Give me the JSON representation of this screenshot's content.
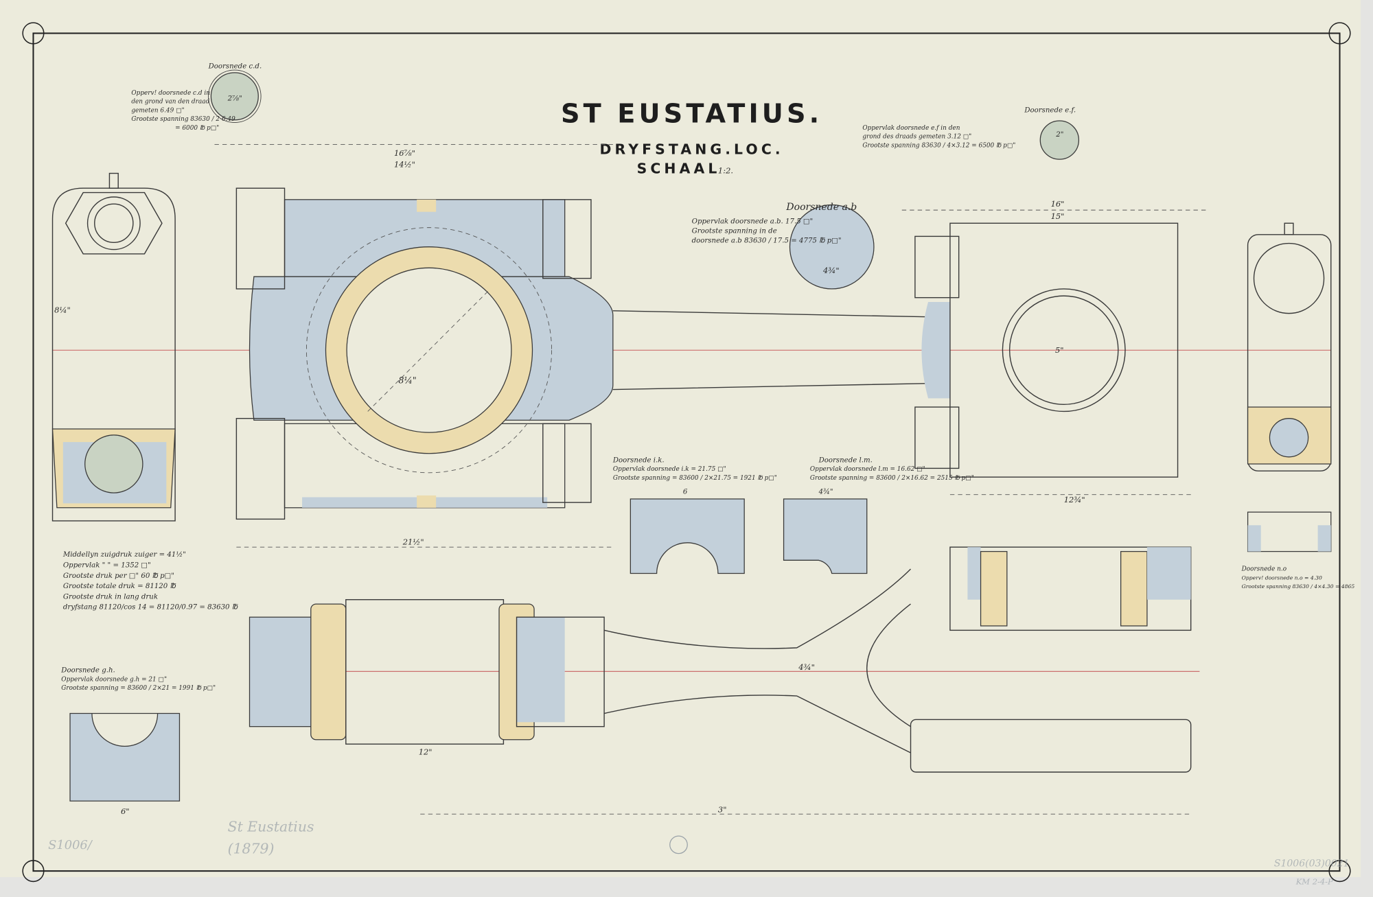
{
  "title": {
    "main": "ST EUSTATIUS.",
    "subtitle": "DRYFSTANG.LOC.",
    "scale_label": "SCHAAL",
    "scale_value": "1:2."
  },
  "colors": {
    "paper": "#ecebdc",
    "blue": "#c3d0da",
    "yellow": "#ecdcae",
    "green": "#c9d3c3",
    "ink": "#2a2a2a",
    "centerline": "#c86060"
  },
  "sections": {
    "cd": {
      "title": "Doorsnede c.d.",
      "line1": "Opperv! doorsnede c.d in",
      "line2": "den grond van den draad",
      "line3": "gemeten 6.49 □\"",
      "line4": "Grootste spanning 83630 / 2·6.49",
      "line5": "= 6000 ℔ p□\"",
      "dim": "2⅞\""
    },
    "ab": {
      "title": "Doorsnede a.b",
      "line1": "Oppervlak doorsnede a.b. 17.5 □\"",
      "line2": "Grootste spanning in de",
      "line3": "doorsnede a.b 83630 / 17.5 = 4775 ℔ p□\"",
      "dim": "4¾\""
    },
    "ef": {
      "title": "Doorsnede e.f.",
      "line1": "Oppervlak doorsnede e.f in den",
      "line2": "grond des draads gemeten 3.12 □\"",
      "line3": "Grootste spanning 83630 / 4×3.12 = 6500 ℔ p□\"",
      "dim": "2\""
    },
    "ik": {
      "title": "Doorsnede i.k.",
      "line1": "Oppervlak doorsnede i.k = 21.75 □\"",
      "line2": "Grootste spanning = 83600 / 2×21.75 = 1921 ℔ p□\"",
      "dim": "6"
    },
    "lm": {
      "title": "Doorsnede l.m.",
      "line1": "Oppervlak doorsnede l.m = 16.62 □\"",
      "line2": "Grootste spanning = 83600 / 2×16.62 = 2515 ℔ p□\"",
      "dim": "4¾\""
    },
    "gh": {
      "title": "Doorsnede g.h.",
      "line1": "Oppervlak doorsnede g.h = 21 □\"",
      "line2": "Grootste spanning = 83600 / 2×21 = 1991 ℔ p□\"",
      "dim": "6\""
    },
    "no": {
      "title": "Doorsnede n.o",
      "line1": "Opperv! doorsnede n.o = 4.30",
      "line2": "Grootste spanning 83630 / 4×4.30 = 4865"
    }
  },
  "notes": [
    "Middellyn zuigdruk zuiger = 41½\"",
    "Oppervlak      \"      \"      = 1352 □\"",
    "Grootste druk per □\"          60 ℔ p□\"",
    "Grootste totale druk      = 81120 ℔",
    "Grootste druk in lang druk",
    "dryfstang 81120/cos 14 = 81120/0.97 = 83630 ℔"
  ],
  "dimensions": {
    "top_overall": "16⅞\"",
    "top_inner": "14½\"",
    "right_overall": "16\"",
    "right_inner": "15\"",
    "bore": "8¼\"",
    "small_bore": "5\"",
    "bottom_overall": "21½\"",
    "bottom_right": "12¾\"",
    "bottom_length": "3\"",
    "bottom_block": "12\"",
    "rod_height": "4¾\""
  },
  "stamps": {
    "left_catalog": "S1006/",
    "right_catalog": "S1006(03)0021",
    "right_code": "KM 2-4-P",
    "pencil_line1": "St Eustatius",
    "pencil_line2": "(1879)"
  }
}
